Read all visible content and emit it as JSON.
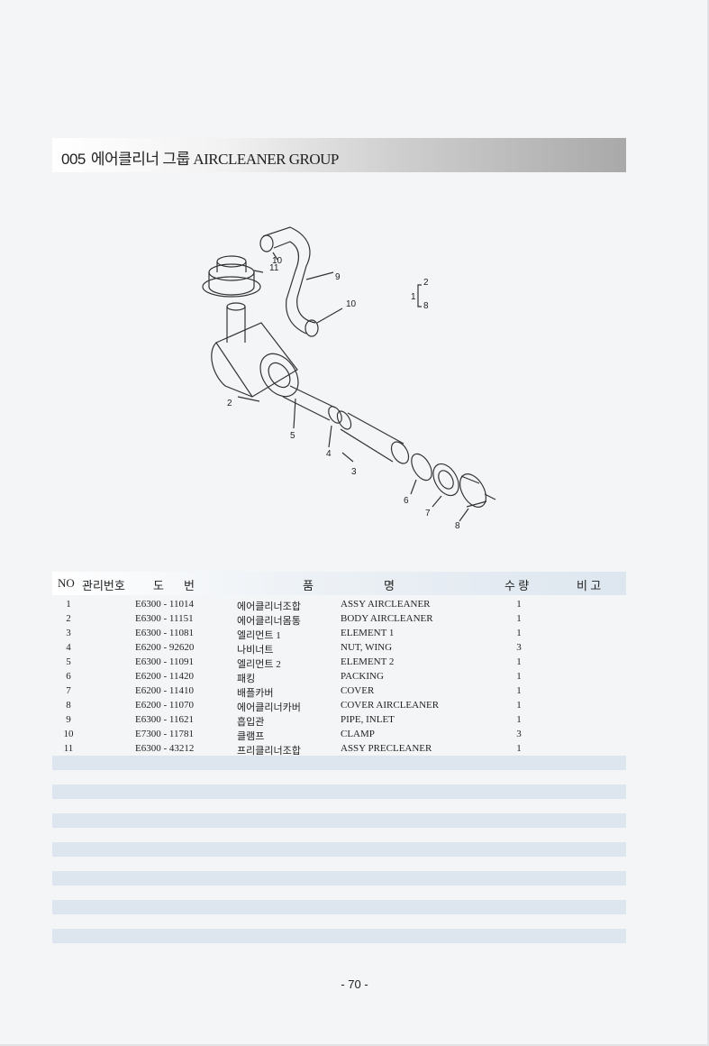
{
  "section": {
    "code": "005",
    "title": "에어클리너 그룹 AIRCLEANER GROUP"
  },
  "diagram": {
    "callouts": [
      "1",
      "2",
      "8",
      "11",
      "10",
      "9",
      "10",
      "2",
      "5",
      "4",
      "3",
      "6",
      "7",
      "8"
    ]
  },
  "table": {
    "headers": {
      "no": "NO",
      "mgmt": "관리번호",
      "drawing_1": "도",
      "drawing_2": "번",
      "name_1": "품",
      "name_2": "명",
      "qty": "수 량",
      "remarks": "비 고"
    },
    "rows": [
      {
        "no": "1",
        "code": "E6300 - 11014",
        "kor": "에어클리너조합",
        "eng": "ASSY AIRCLEANER",
        "qty": "1"
      },
      {
        "no": "2",
        "code": "E6300 - 11151",
        "kor": "에어클리너몸통",
        "eng": "BODY AIRCLEANER",
        "qty": "1"
      },
      {
        "no": "3",
        "code": "E6300 - 11081",
        "kor": "엘리먼트 1",
        "eng": "ELEMENT 1",
        "qty": "1"
      },
      {
        "no": "4",
        "code": "E6200 - 92620",
        "kor": "나비너트",
        "eng": "NUT, WING",
        "qty": "3"
      },
      {
        "no": "5",
        "code": "E6300 - 11091",
        "kor": "엘리먼트 2",
        "eng": "ELEMENT 2",
        "qty": "1"
      },
      {
        "no": "6",
        "code": "E6200 - 11420",
        "kor": "패킹",
        "eng": "PACKING",
        "qty": "1"
      },
      {
        "no": "7",
        "code": "E6200 - 11410",
        "kor": "배플카버",
        "eng": "COVER",
        "qty": "1"
      },
      {
        "no": "8",
        "code": "E6200 - 11070",
        "kor": "에어클리너카버",
        "eng": "COVER AIRCLEANER",
        "qty": "1"
      },
      {
        "no": "9",
        "code": "E6300 - 11621",
        "kor": "흡입관",
        "eng": "PIPE, INLET",
        "qty": "1"
      },
      {
        "no": "10",
        "code": "E7300 - 11781",
        "kor": "클램프",
        "eng": "CLAMP",
        "qty": "3"
      },
      {
        "no": "11",
        "code": "E6300 - 43212",
        "kor": "프리클리너조합",
        "eng": "ASSY PRECLEANER",
        "qty": "1"
      }
    ]
  },
  "page_number": "- 70 -"
}
